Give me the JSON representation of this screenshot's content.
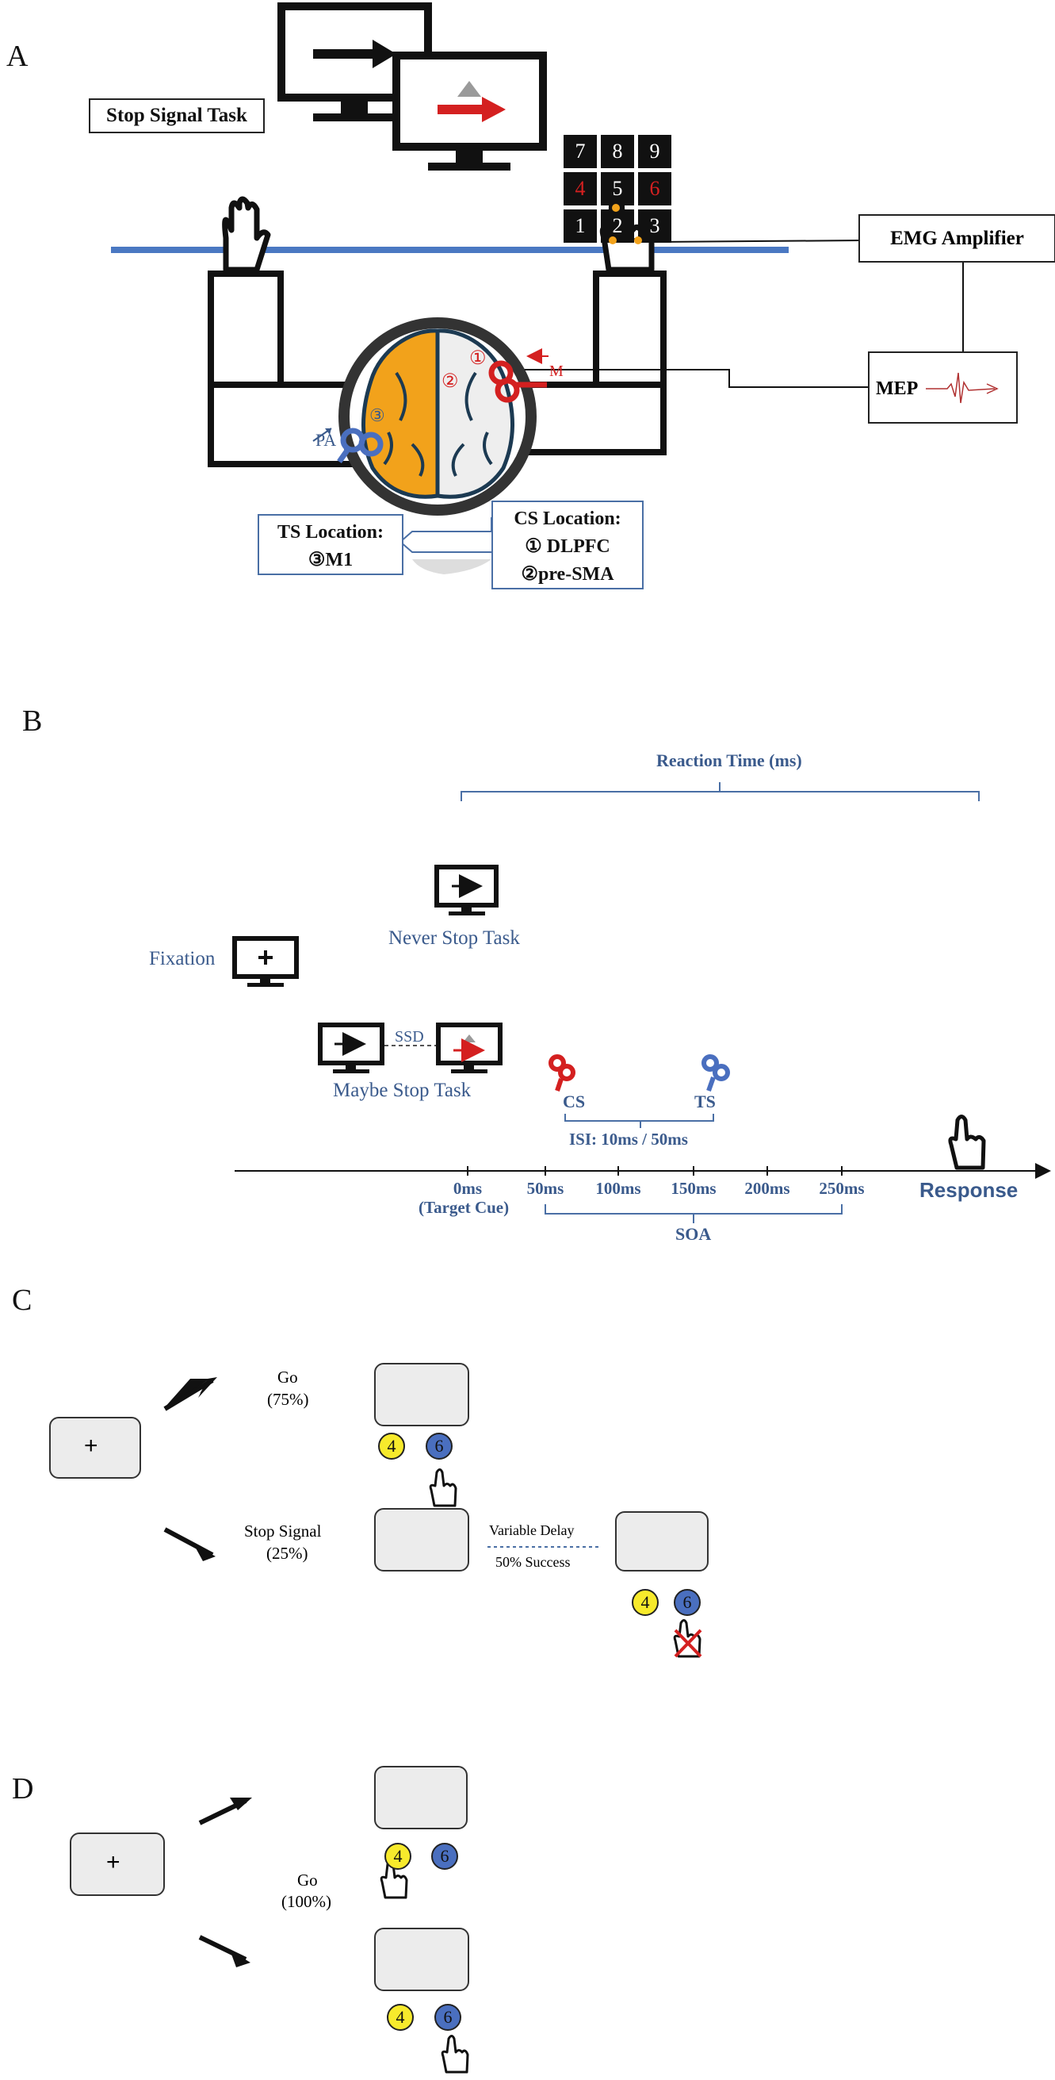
{
  "panelA": {
    "letter": "A",
    "task_label": "Stop Signal Task",
    "emg_label": "EMG Amplifier",
    "mep_label": "MEP",
    "keypad": [
      "7",
      "8",
      "9",
      "4",
      "5",
      "6",
      "1",
      "2",
      "3"
    ],
    "circled_1": "①",
    "circled_2": "②",
    "circled_3": "③",
    "m_label": "M",
    "pa_label": "PA",
    "ts_title": "TS Location:",
    "ts_site": "③M1",
    "cs_title": "CS Location:",
    "cs_site1": "① DLPFC",
    "cs_site2": "②pre-SMA",
    "colors": {
      "orange": "#f2a21b",
      "red": "#d42020",
      "blue": "#4a6fbf",
      "cable": "#4a78c2"
    }
  },
  "panelB": {
    "letter": "B",
    "reaction_time": "Reaction Time (ms)",
    "never_stop": "Never Stop Task",
    "fixation": "Fixation",
    "maybe_stop": "Maybe Stop Task",
    "ssd": "SSD",
    "cs": "CS",
    "ts": "TS",
    "isi": "ISI: 10ms / 50ms",
    "ticks": [
      "0ms",
      "50ms",
      "100ms",
      "150ms",
      "200ms",
      "250ms"
    ],
    "target_cue": "(Target Cue)",
    "soa": "SOA",
    "response": "Response"
  },
  "panelC": {
    "letter": "C",
    "fixation_symbol": "+",
    "go": "Go",
    "go_pct": "(75%)",
    "stop_signal": "Stop Signal",
    "stop_pct": "(25%)",
    "variable_delay": "Variable Delay",
    "success": "50%  Success",
    "key_left": "4",
    "key_right": "6"
  },
  "panelD": {
    "letter": "D",
    "fixation_symbol": "+",
    "go": "Go",
    "go_pct": "(100%)",
    "key_left": "4",
    "key_right": "6"
  }
}
